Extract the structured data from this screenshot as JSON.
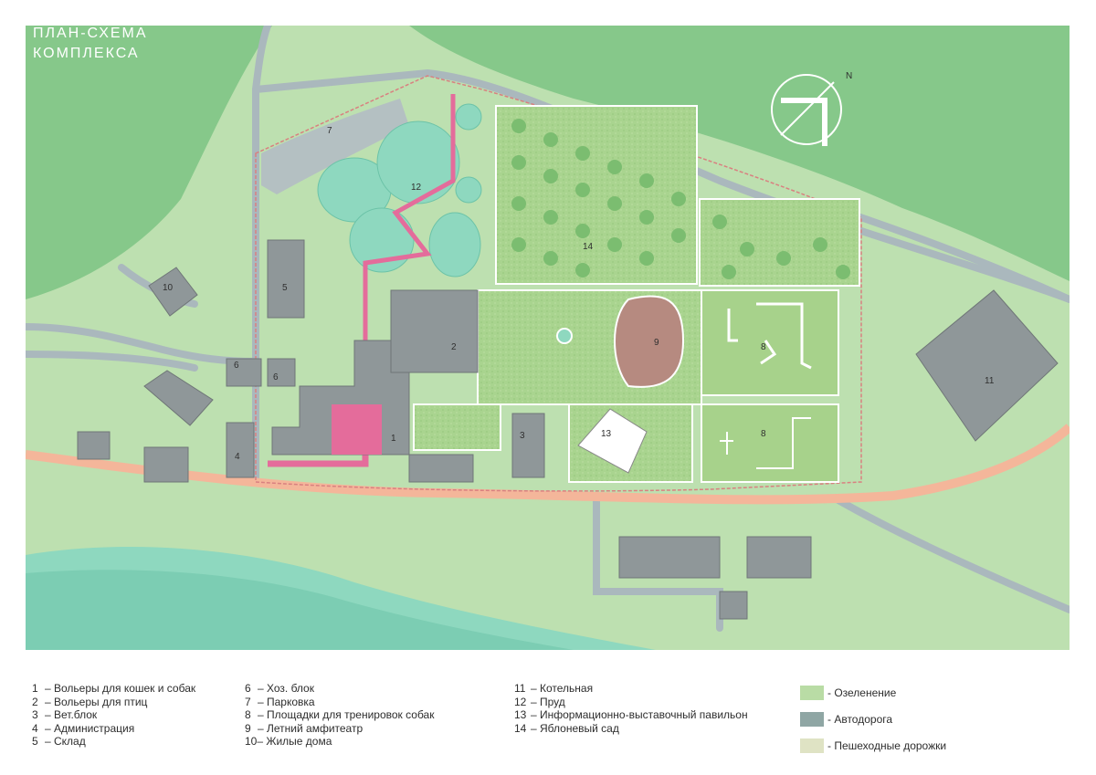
{
  "title": {
    "line1": "ПЛАН-СХЕМА",
    "line2": "КОМПЛЕКСА"
  },
  "compass": {
    "label": "N"
  },
  "building_labels": {
    "b1": "1",
    "b2": "2",
    "b3": "3",
    "b4": "4",
    "b5": "5",
    "b6a": "6",
    "b6b": "6",
    "b7": "7",
    "b8a": "8",
    "b8b": "8",
    "b9": "9",
    "b10": "10",
    "b11": "11",
    "b12": "12",
    "b13": "13",
    "b14": "14"
  },
  "legend": {
    "col1": [
      {
        "num": "1",
        "text": "– Вольеры для кошек и собак"
      },
      {
        "num": "2",
        "text": "– Вольеры для птиц"
      },
      {
        "num": "3",
        "text": "– Вет.блок"
      },
      {
        "num": "4",
        "text": "– Администрация"
      },
      {
        "num": "5",
        "text": "– Склад"
      }
    ],
    "col2": [
      {
        "num": "6",
        "text": "– Хоз. блок"
      },
      {
        "num": "7",
        "text": "– Парковка"
      },
      {
        "num": "8",
        "text": "– Площадки для тренировок собак"
      },
      {
        "num": "9",
        "text": "– Летний амфитеатр"
      },
      {
        "num": "10",
        "text": "– Жилые дома"
      }
    ],
    "col3": [
      {
        "num": "11",
        "text": "– Котельная"
      },
      {
        "num": "12",
        "text": "– Пруд"
      },
      {
        "num": "13",
        "text": "– Информационно-выставочный павильон"
      },
      {
        "num": "14",
        "text": "– Яблоневый сад"
      }
    ]
  },
  "swatches": [
    {
      "label": "- Озеленение",
      "color": "#b9dca5"
    },
    {
      "label": "- Автодорога",
      "color": "#8fa6a4"
    },
    {
      "label": "- Пешеходные дорожки",
      "color": "#dfe3c4"
    }
  ],
  "colors": {
    "field": "#bde0b0",
    "dark_green": "#87c98a",
    "water": "#8ed8bf",
    "road": "#aab8bd",
    "path": "#f4b69a",
    "roof": "#8f9799",
    "gallery": "#e46c9b"
  }
}
